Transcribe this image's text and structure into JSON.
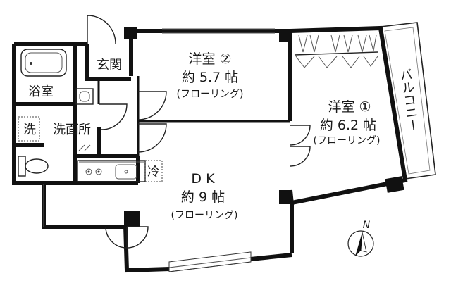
{
  "rooms": {
    "western_room_2": {
      "name": "洋室 ②",
      "size": "約 5.7 帖",
      "floor": "(フローリング)"
    },
    "western_room_1": {
      "name": "洋室 ①",
      "size": "約 6.2 帖",
      "floor": "(フローリング)"
    },
    "dk": {
      "name": "D K",
      "size": "約 9 帖",
      "floor": "(フローリング)"
    },
    "entrance": "玄関",
    "bathroom": "浴室",
    "washroom": "洗面所",
    "washer": "洗",
    "fridge": "冷",
    "balcony": "バルコニー"
  },
  "compass": {
    "label": "N"
  }
}
